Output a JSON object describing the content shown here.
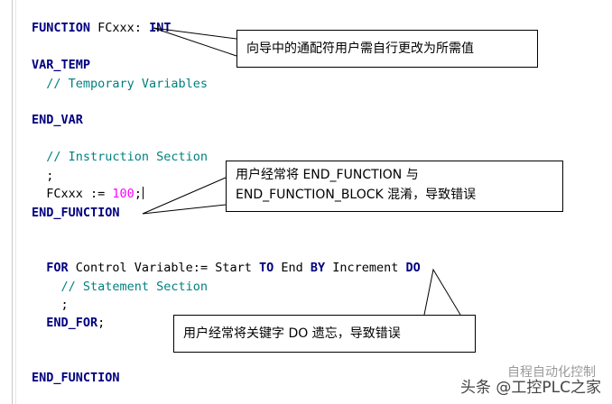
{
  "code": {
    "function_kw": "FUNCTION",
    "function_name": " FCxxx",
    "return_sep": ": ",
    "return_type": "INT",
    "var_temp": "VAR_TEMP",
    "temp_comment": "  // Temporary Variables",
    "end_var": "END_VAR",
    "instr_comment": "  // Instruction Section",
    "semicolon_line": "  ;",
    "assign_lhs": "  FCxxx ",
    "assign_op": ":= ",
    "assign_value": "100",
    "assign_end": ";",
    "end_function_1": "END_FUNCTION",
    "for_kw": "  FOR",
    "for_var": " Control Variable:= Start ",
    "to_kw": "TO",
    "end_text": " End ",
    "by_kw": "BY",
    "increment_text": " Increment ",
    "do_kw": "DO",
    "stmt_comment": "    // Statement Section",
    "semicolon_line2": "    ;",
    "end_for": "  END_FOR",
    "end_for_semi": ";",
    "end_function_2": "END_FUNCTION"
  },
  "callouts": {
    "wildcard_note": "向导中的通配符用户需自行更改为所需值",
    "end_function_note_line1": "用户经常将  END_FUNCTION 与",
    "end_function_note_line2": "END_FUNCTION_BLOCK 混淆，导致错误",
    "do_note": "用户经常将关键字  DO  遗忘，导致错误"
  },
  "watermark": {
    "faded": "自程自动化控制",
    "main": "头条 @工控PLC之家"
  },
  "colors": {
    "keyword": "#000080",
    "comment": "#008080",
    "number": "#ff00ff"
  }
}
